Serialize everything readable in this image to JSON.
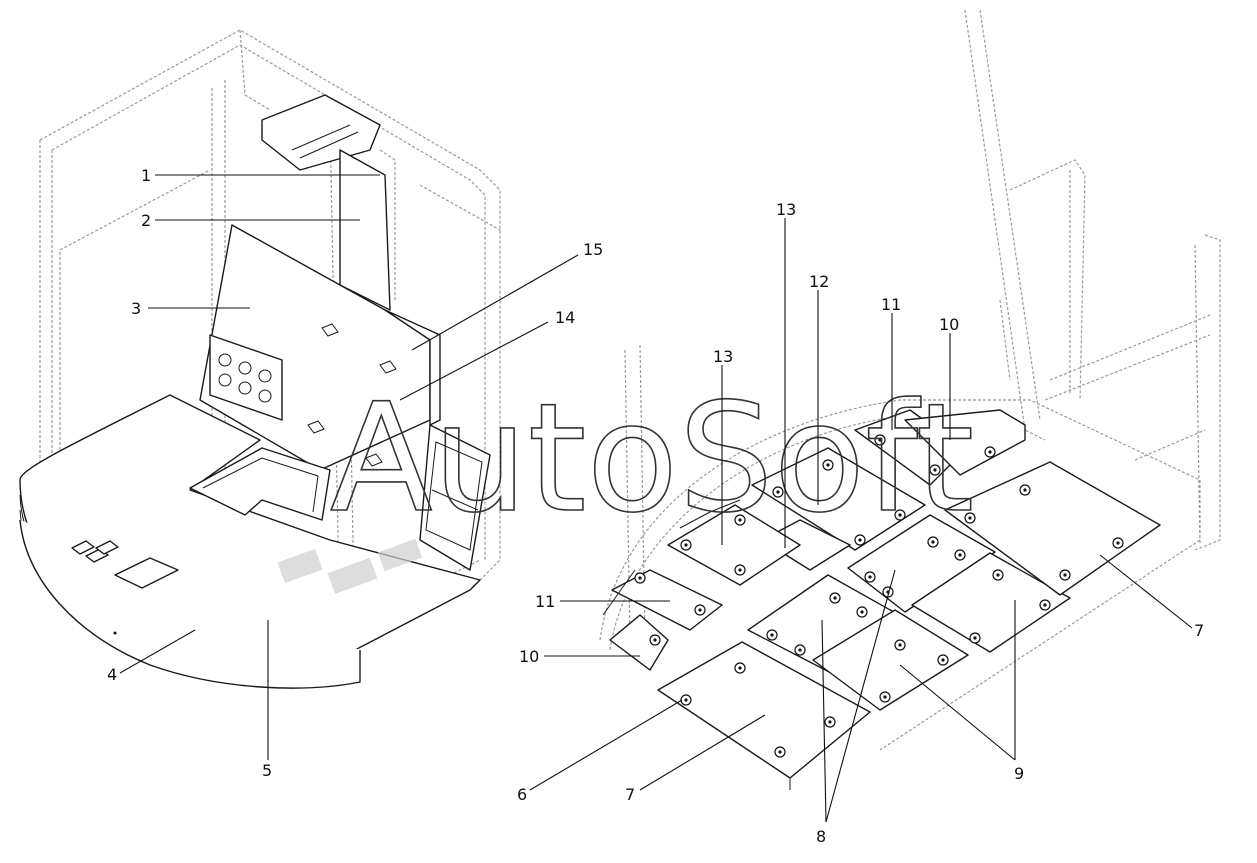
{
  "watermark": "AutoSoft",
  "callouts": {
    "l1": "1",
    "l2": "2",
    "l3": "3",
    "l4": "4",
    "l5": "5",
    "l14": "14",
    "l15": "15",
    "r13a": "13",
    "r12": "12",
    "r11a": "11",
    "r10a": "10",
    "r13b": "13",
    "r11b": "11",
    "r10b": "10",
    "r7a": "7",
    "r6": "6",
    "r7b": "7",
    "r8": "8",
    "r9": "9"
  }
}
